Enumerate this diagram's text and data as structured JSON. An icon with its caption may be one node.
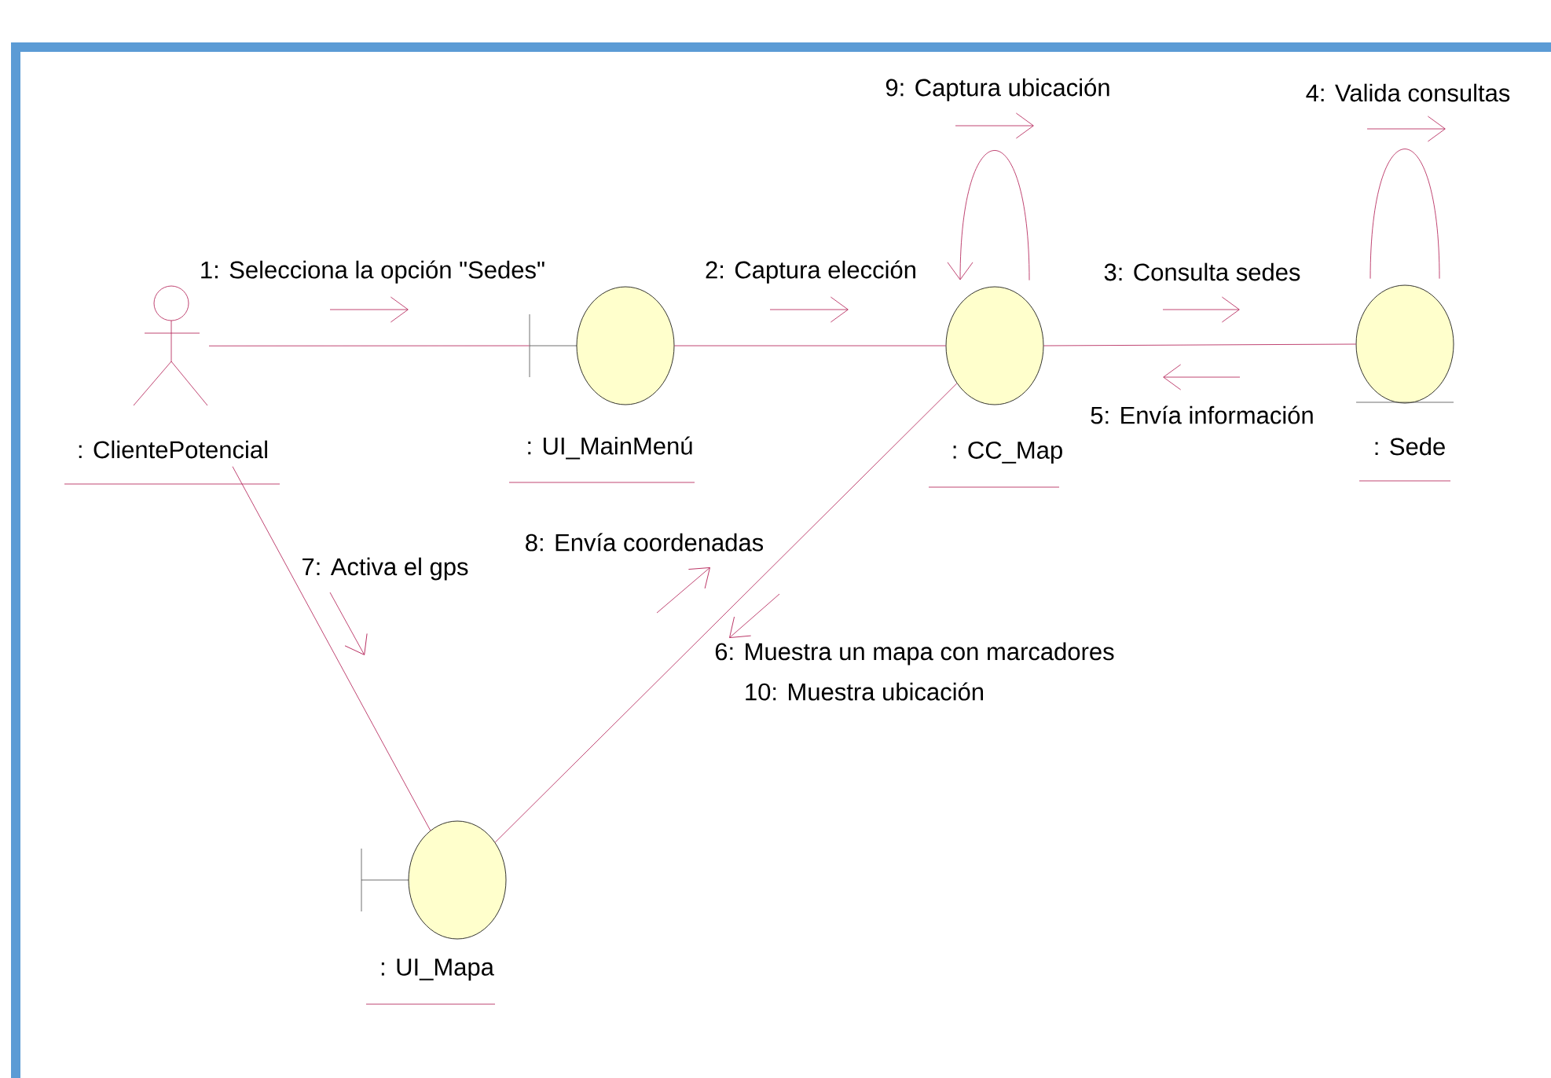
{
  "diagram": {
    "nodes": [
      {
        "text": [
          ": ClientePotencial"
        ]
      },
      {
        "text": [
          ": UI_MainMenú"
        ]
      },
      {
        "text": [
          ": CC_Map"
        ]
      },
      {
        "text": [
          ": Sede"
        ]
      },
      {
        "text": [
          ": UI_Mapa"
        ]
      }
    ],
    "edges": [
      {
        "from": 0,
        "to": 1,
        "arrow": "none"
      },
      {
        "from": 1,
        "to": 2,
        "arrow": "none"
      },
      {
        "from": 2,
        "to": 3,
        "arrow": "none"
      },
      {
        "from": 2,
        "to": 2,
        "arrow": "to"
      },
      {
        "from": 3,
        "to": 3,
        "arrow": "none"
      },
      {
        "from": 0,
        "to": 4,
        "arrow": "none"
      },
      {
        "from": 2,
        "to": 4,
        "arrow": "none"
      }
    ],
    "labels": [
      "9: Captura ubicación",
      "4: Valida consultas",
      "1: Selecciona la opción \"Sedes\"",
      "2: Captura elección",
      "3: Consulta sedes",
      "5: Envía información",
      "8: Envía coordenadas",
      "7: Activa el gps",
      "6: Muestra un mapa con marcadores",
      "10: Muestra ubicación"
    ]
  }
}
